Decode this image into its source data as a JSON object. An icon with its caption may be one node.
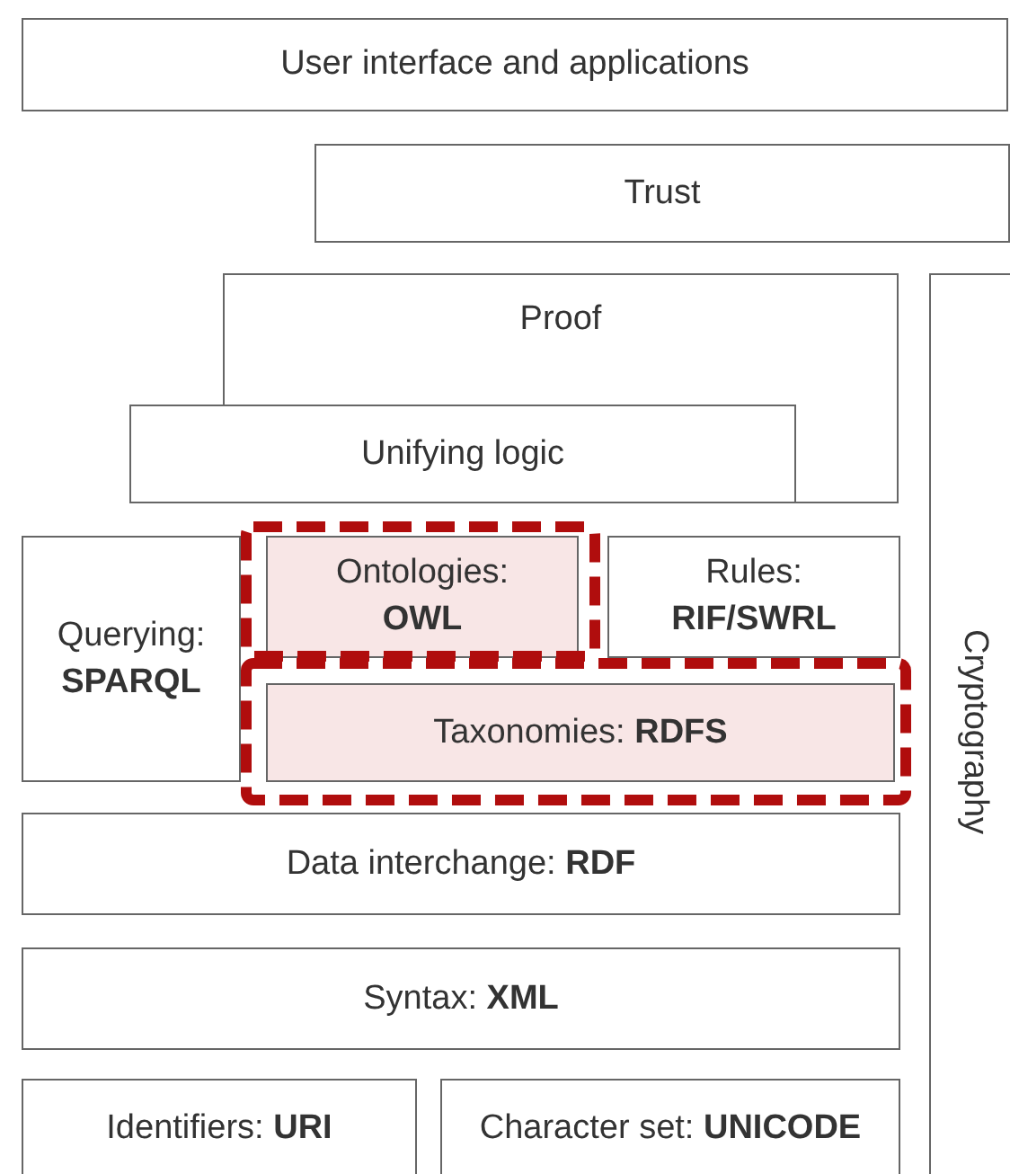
{
  "diagram": {
    "nodes": [
      {
        "text": [
          "User interface and applications"
        ]
      },
      {
        "text": [
          "Trust"
        ]
      },
      {
        "text": [
          "Proof"
        ]
      },
      {
        "text": [
          "Unifying logic"
        ]
      },
      {
        "text": [
          "Querying: **SPARQL**"
        ]
      },
      {
        "text": [
          "Ontologies: **OWL**"
        ]
      },
      {
        "text": [
          "Rules: **RIF/SWRL**"
        ]
      },
      {
        "text": [
          "Taxonomies: **RDFS**"
        ]
      },
      {
        "text": [
          "Data interchange: **RDF**"
        ]
      },
      {
        "text": [
          "Syntax: **XML**"
        ]
      },
      {
        "text": [
          "Identifiers: **URI**"
        ]
      },
      {
        "text": [
          "Character set: **UNICODE**"
        ]
      },
      {
        "text": [
          "Cryptography"
        ]
      }
    ]
  }
}
